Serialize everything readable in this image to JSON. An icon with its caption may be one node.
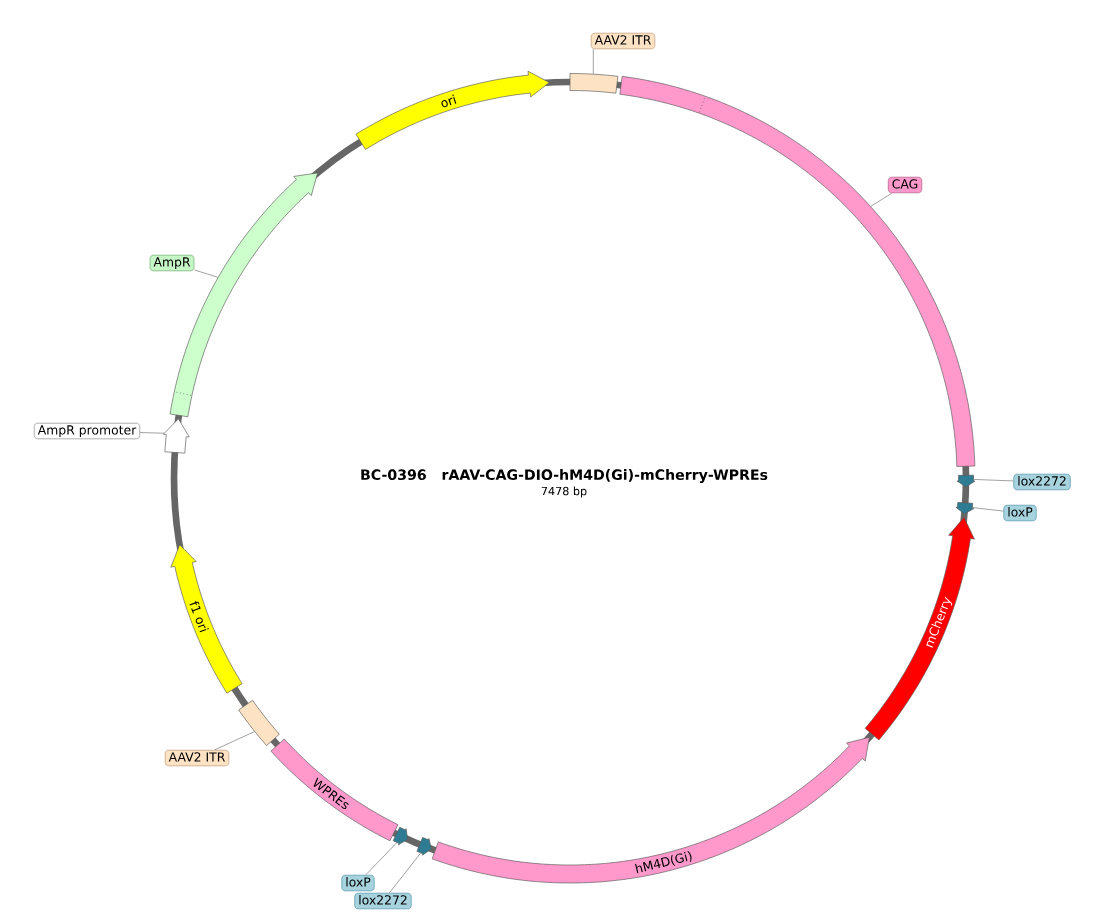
{
  "diagram": {
    "title": "BC-0396   rAAV-CAG-DIO-hM4D(Gi)-mCherry-WPREs",
    "nodes": [
      {
        "text": [
          "AAV2 ITR"
        ]
      },
      {
        "text": [],
        "shape": "box"
      },
      {
        "text": [
          "CAG"
        ]
      },
      {
        "text": [],
        "shape": "box"
      },
      {
        "text": [
          "lox2272"
        ]
      },
      {
        "text": [],
        "shape": "arrow"
      },
      {
        "text": [
          "loxP"
        ]
      },
      {
        "text": [],
        "shape": "arrow"
      },
      {
        "text": [
          "mCherry"
        ]
      },
      {
        "text": [
          "hM4D(Gi)"
        ]
      },
      {
        "text": [],
        "shape": "arrow"
      },
      {
        "text": [
          "lox2272"
        ]
      },
      {
        "text": [],
        "shape": "arrow"
      },
      {
        "text": [
          "loxP"
        ]
      },
      {
        "text": [
          "WPREs"
        ]
      },
      {
        "text": [],
        "shape": "box"
      },
      {
        "text": [
          "AAV2 ITR"
        ]
      },
      {
        "text": [
          "f1 ori"
        ]
      },
      {
        "text": [],
        "shape": "arrow"
      },
      {
        "text": [
          "AmpR promoter"
        ]
      },
      {
        "text": [],
        "shape": "arrow"
      },
      {
        "text": [
          "AmpR"
        ]
      },
      {
        "text": [
          "ori"
        ]
      }
    ],
    "edges": [
      {
        "from": 0,
        "to": 1,
        "arrow": "none"
      },
      {
        "from": 2,
        "to": 3,
        "arrow": "none"
      },
      {
        "from": 4,
        "to": 5,
        "arrow": "none"
      },
      {
        "from": 6,
        "to": 7,
        "arrow": "none"
      },
      {
        "from": 11,
        "to": 10,
        "arrow": "none"
      },
      {
        "from": 13,
        "to": 12,
        "arrow": "none"
      },
      {
        "from": 16,
        "to": 15,
        "arrow": "none"
      },
      {
        "from": 19,
        "to": 18,
        "arrow": "none"
      },
      {
        "from": 21,
        "to": 20,
        "arrow": "none"
      }
    ],
    "labels": [
      "7478 bp"
    ]
  }
}
